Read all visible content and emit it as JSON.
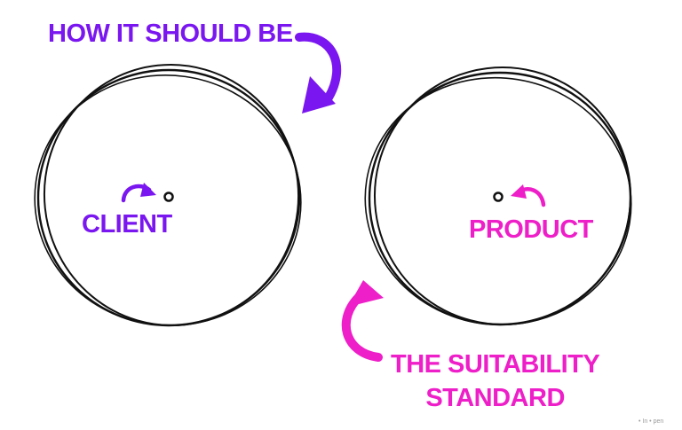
{
  "labels": {
    "top_caption": "HOW IT SHOULD BE",
    "client": "CLIENT",
    "product": "PRODUCT",
    "standard_line1": "THE SUITABILITY",
    "standard_line2": "STANDARD",
    "watermark": "• In • pen"
  },
  "colors": {
    "purple": "#7a16f0",
    "magenta": "#ee1ec8",
    "ink": "#111111",
    "watermark": "#9a9a9a"
  },
  "icons": {
    "top_arrow": "curved-arrow-down-icon",
    "bottom_arrow": "curved-arrow-up-icon",
    "client_arrow": "curved-arrow-right-icon",
    "product_arrow": "curved-arrow-left-icon"
  }
}
